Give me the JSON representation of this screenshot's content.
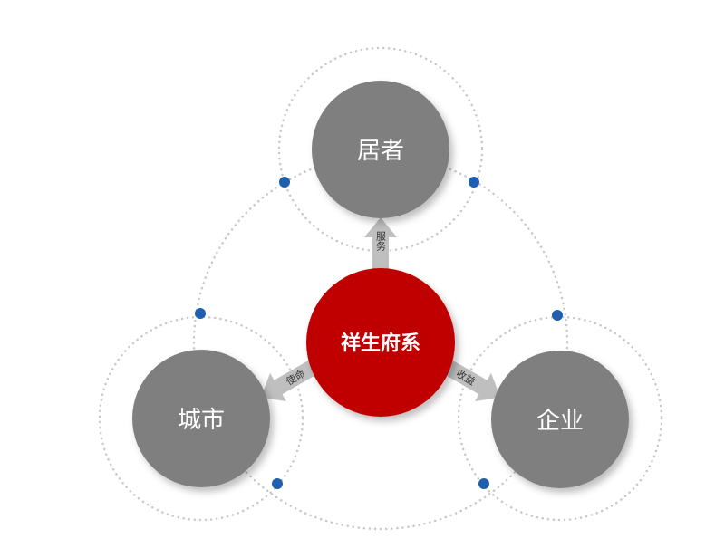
{
  "center": {
    "label": "祥生府系",
    "color": "#c00000"
  },
  "nodes": [
    {
      "label": "居者",
      "arrow_label": "服务"
    },
    {
      "label": "城市",
      "arrow_label": "使命"
    },
    {
      "label": "企业",
      "arrow_label": "收益"
    }
  ],
  "colors": {
    "node": "#7f7f7f",
    "arrow": "#bfbfbf",
    "dot": "#1f5fae",
    "ring": "#c8c8c8"
  }
}
